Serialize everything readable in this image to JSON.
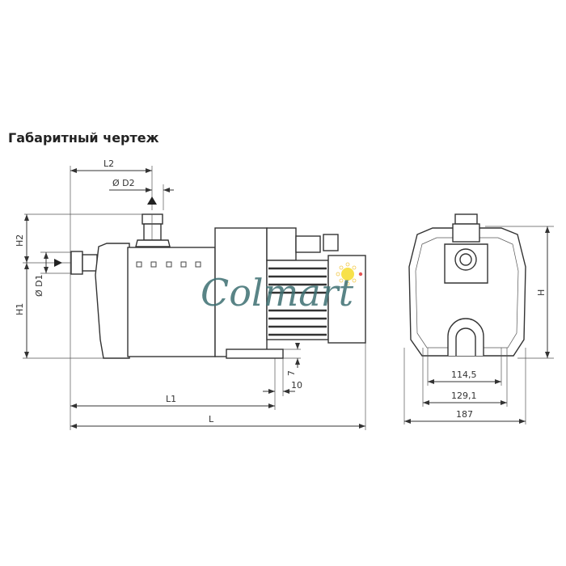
{
  "title": "Габаритный чертеж",
  "watermark": "Colmart",
  "side_view": {
    "dimensions": {
      "L2": "L2",
      "D2": "Ø D2",
      "H2": "H2",
      "H1": "H1",
      "D1": "Ø D1",
      "L1": "L1",
      "L": "L",
      "foot_height": "7",
      "foot_offset": "10"
    }
  },
  "front_view": {
    "dimensions": {
      "H": "H",
      "inner_width": "114,5",
      "foot_width": "129,1",
      "overall_width": "187"
    }
  },
  "colors": {
    "line": "#333333",
    "watermark": "#3d6f72",
    "logo_sun": "#f7e14a",
    "logo_dot": "#e45555"
  }
}
